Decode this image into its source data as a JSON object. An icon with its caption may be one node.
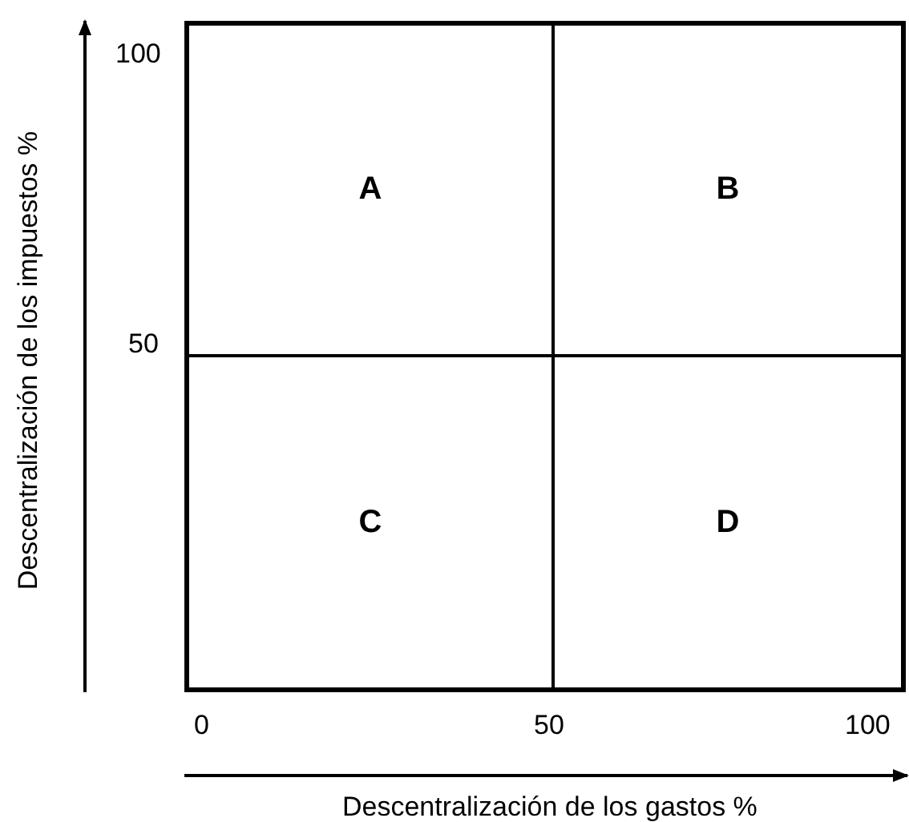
{
  "diagram": {
    "nodes": [
      {
        "text": [
          "A"
        ]
      },
      {
        "text": [
          "B"
        ]
      },
      {
        "text": [
          "C"
        ]
      },
      {
        "text": [
          "D"
        ]
      }
    ],
    "labels": [
      "Descentralización de los impuestos %",
      "100",
      "50",
      "0",
      "50",
      "100",
      "Descentralización de los gastos %"
    ]
  }
}
